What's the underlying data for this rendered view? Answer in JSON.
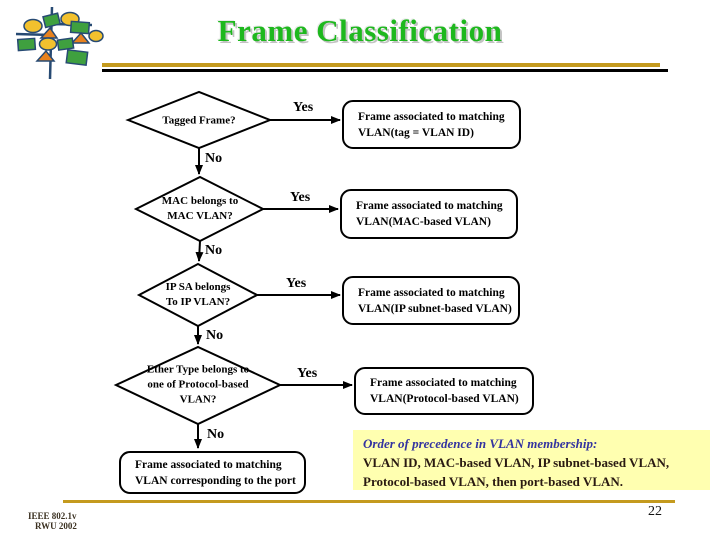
{
  "slide": {
    "title": "Frame Classification",
    "page_number": "22",
    "footer": {
      "line1": "IEEE 802.1v",
      "line2": "RWU 2002"
    },
    "logo_icon": "tree-of-shapes-logo"
  },
  "flowchart": {
    "decisions": [
      {
        "lines": [
          "Tagged Frame?"
        ],
        "yes_label": "Yes",
        "no_label": "No",
        "result_lines": [
          "Frame associated to matching",
          "VLAN(tag = VLAN ID)"
        ]
      },
      {
        "lines": [
          "MAC belongs to",
          "MAC VLAN?"
        ],
        "yes_label": "Yes",
        "no_label": "No",
        "result_lines": [
          "Frame associated to matching",
          "VLAN(MAC-based VLAN)"
        ]
      },
      {
        "lines": [
          "IP SA belongs",
          "To IP VLAN?"
        ],
        "yes_label": "Yes",
        "no_label": "No",
        "result_lines": [
          "Frame associated to matching",
          "VLAN(IP subnet-based VLAN)"
        ]
      },
      {
        "lines": [
          "Ether Type belongs to",
          "one of Protocol-based",
          "VLAN?"
        ],
        "yes_label": "Yes",
        "no_label": "No",
        "result_lines": [
          "Frame associated to matching",
          "VLAN(Protocol-based VLAN)"
        ]
      }
    ],
    "default_result_lines": [
      "Frame associated to matching",
      "VLAN corresponding to the port"
    ]
  },
  "note": {
    "heading": "Order of precedence in VLAN membership:",
    "body_lines": [
      "VLAN ID, MAC-based VLAN, IP subnet-based VLAN,",
      "Protocol-based VLAN, then port-based VLAN."
    ]
  },
  "colors": {
    "title_green": "#1eb81e",
    "rule_gold": "#c49a1e",
    "note_bg": "#ffffb0",
    "note_heading_blue": "#3333a0",
    "note_body_dark": "#2a1a12",
    "shape_stroke": "#000000"
  }
}
